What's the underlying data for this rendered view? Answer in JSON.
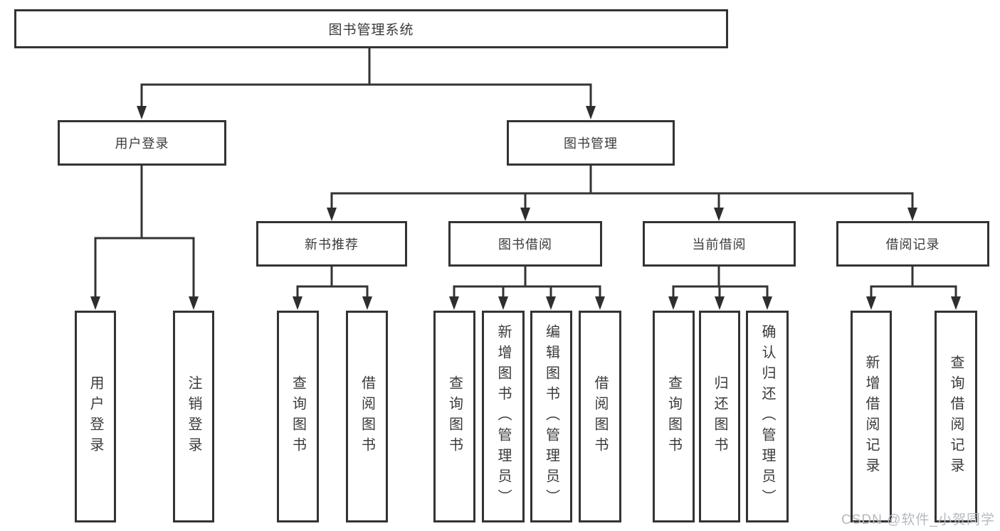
{
  "diagram_title": "图书管理系统",
  "colors": {
    "line": "#333333",
    "arrow": "#2e2e2e",
    "box_border": "#333333",
    "text": "#3a3a3a",
    "background": "#ffffff",
    "watermark_text_color": "#b5b9be"
  },
  "watermark": "CSDN @软件_小贺同学",
  "tree": {
    "root": {
      "label": "图书管理系统"
    },
    "branches": [
      {
        "label": "用户登录",
        "children": [
          {
            "label": "用户登录"
          },
          {
            "label": "注销登录"
          }
        ]
      },
      {
        "label": "图书管理",
        "children": [
          {
            "label": "新书推荐",
            "children": [
              {
                "label": "查询图书"
              },
              {
                "label": "借阅图书"
              }
            ]
          },
          {
            "label": "图书借阅",
            "children": [
              {
                "label": "查询图书"
              },
              {
                "label": "新增图书（管理员）"
              },
              {
                "label": "编辑图书（管理员）"
              },
              {
                "label": "借阅图书"
              }
            ]
          },
          {
            "label": "当前借阅",
            "children": [
              {
                "label": "查询图书"
              },
              {
                "label": "归还图书"
              },
              {
                "label": "确认归还（管理员）"
              }
            ]
          },
          {
            "label": "借阅记录",
            "children": [
              {
                "label": "新增借阅记录"
              },
              {
                "label": "查询借阅记录"
              }
            ]
          }
        ]
      }
    ]
  }
}
